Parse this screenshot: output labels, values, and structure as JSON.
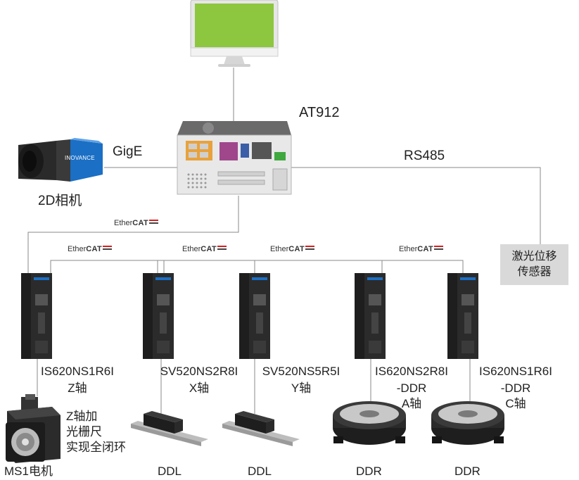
{
  "controller": {
    "label": "AT912"
  },
  "camera": {
    "label": "2D相机",
    "brand": "INOVANCE"
  },
  "links": {
    "gige": "GigE",
    "rs485": "RS485"
  },
  "ethercat": {
    "prefix": "Ether",
    "suffix": "CAT"
  },
  "sensor": {
    "line1": "激光位移",
    "line2": "传感器"
  },
  "drives": [
    {
      "model": "IS620NS1R6I",
      "axis": "Z轴"
    },
    {
      "model": "SV520NS2R8I",
      "axis": "X轴"
    },
    {
      "model": "SV520NS5R5I",
      "axis": "Y轴"
    },
    {
      "model": "IS620NS2R8I",
      "sub": "-DDR",
      "axis": "A轴"
    },
    {
      "model": "IS620NS1R6I",
      "sub": "-DDR",
      "axis": "C轴"
    }
  ],
  "note": {
    "line1": "Z轴加",
    "line2": "光栅尺",
    "line3": "实现全闭环"
  },
  "devices": [
    {
      "label": "MS1电机"
    },
    {
      "label": "DDL"
    },
    {
      "label": "DDL"
    },
    {
      "label": "DDR"
    },
    {
      "label": "DDR"
    }
  ],
  "colors": {
    "monitor_screen": "#8dc63f",
    "drive_body": "#2b2b2b",
    "camera_blue": "#1b6fc4",
    "sensor_bg": "#d9d9d9",
    "ethercat_red": "#d81e1e"
  }
}
